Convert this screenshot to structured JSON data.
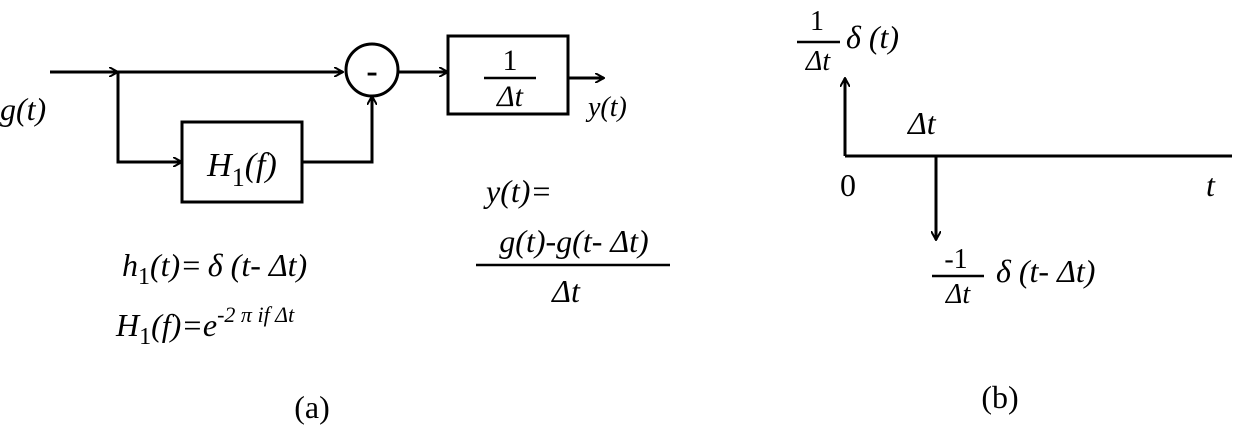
{
  "panel_a": {
    "caption": "(a)",
    "input_label": "g(t)",
    "output_label": "y(t)",
    "sum_sign": "-",
    "delay_block": {
      "main": "H",
      "sub": "1",
      "arg": "(f)"
    },
    "scale_block": {
      "numerator": "1",
      "denominator": "Δt"
    },
    "impulse_response": {
      "lhs_main": "h",
      "lhs_sub": "1",
      "lhs_arg": "(t)=",
      "rhs": "δ (t- Δt)"
    },
    "transfer_function": {
      "lhs_main": "H",
      "lhs_sub": "1",
      "lhs_arg": "(f)=e",
      "exponent": "-2 π if Δt"
    },
    "output_equation": {
      "lhs": "y(t)=",
      "numerator": "g(t)-g(t- Δt)",
      "denominator": "Δt"
    }
  },
  "panel_b": {
    "caption": "(b)",
    "origin_label": "0",
    "time_axis_label": "t",
    "delay_tick_label": "Δt",
    "positive_impulse": {
      "numerator": "1",
      "denominator": "Δt",
      "term": "δ (t)"
    },
    "negative_impulse": {
      "numerator": "-1",
      "denominator": "Δt",
      "term": "δ (t- Δt)"
    }
  }
}
